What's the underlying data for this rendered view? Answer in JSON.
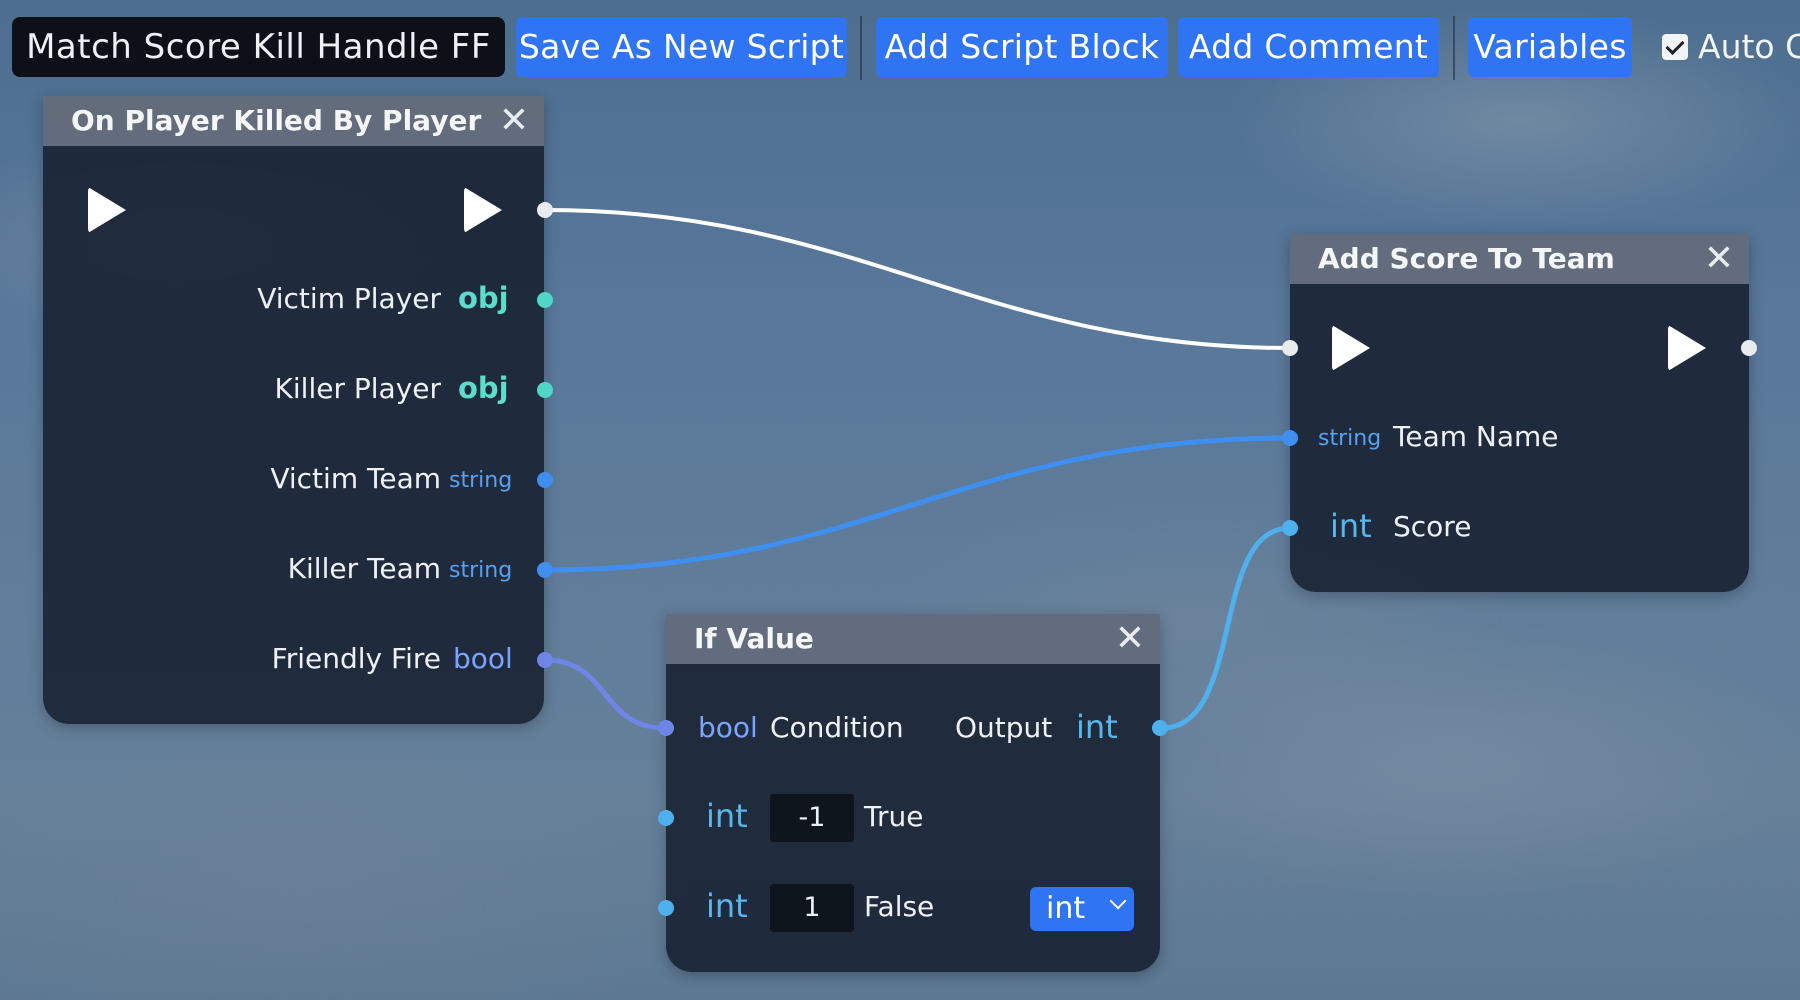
{
  "toolbar": {
    "script_name": "Match Score Kill Handle FF",
    "save_as_new": "Save As New Script",
    "add_block": "Add Script Block",
    "add_comment": "Add Comment",
    "variables": "Variables",
    "auto_label": "Auto C",
    "auto_checked": true
  },
  "nodes": {
    "killed": {
      "title": "On Player Killed By Player",
      "close": "✕",
      "outputs": [
        {
          "label": "Victim Player",
          "type": "obj"
        },
        {
          "label": "Killer Player",
          "type": "obj"
        },
        {
          "label": "Victim Team",
          "type": "string"
        },
        {
          "label": "Killer Team",
          "type": "string"
        },
        {
          "label": "Friendly Fire",
          "type": "bool"
        }
      ]
    },
    "add_score": {
      "title": "Add Score To Team",
      "close": "✕",
      "inputs": [
        {
          "label": "Team Name",
          "type": "string"
        },
        {
          "label": "Score",
          "type": "int"
        }
      ]
    },
    "if_value": {
      "title": "If Value",
      "close": "✕",
      "condition": {
        "label": "Condition",
        "type": "bool"
      },
      "output": {
        "label": "Output",
        "type": "int"
      },
      "true_row": {
        "type": "int",
        "value": "-1",
        "label": "True"
      },
      "false_row": {
        "type": "int",
        "value": "1",
        "label": "False"
      },
      "type_select": "int"
    }
  },
  "colors": {
    "exec_wire": "#ffffff",
    "string_wire": "#3f8ff0",
    "bool_wire": "#6f86e8",
    "int_wire": "#4fb0ee",
    "obj_port": "#4fd6c4",
    "string_port": "#3f8ff0",
    "bool_port": "#6f86e8",
    "int_port": "#4fb0ee"
  }
}
